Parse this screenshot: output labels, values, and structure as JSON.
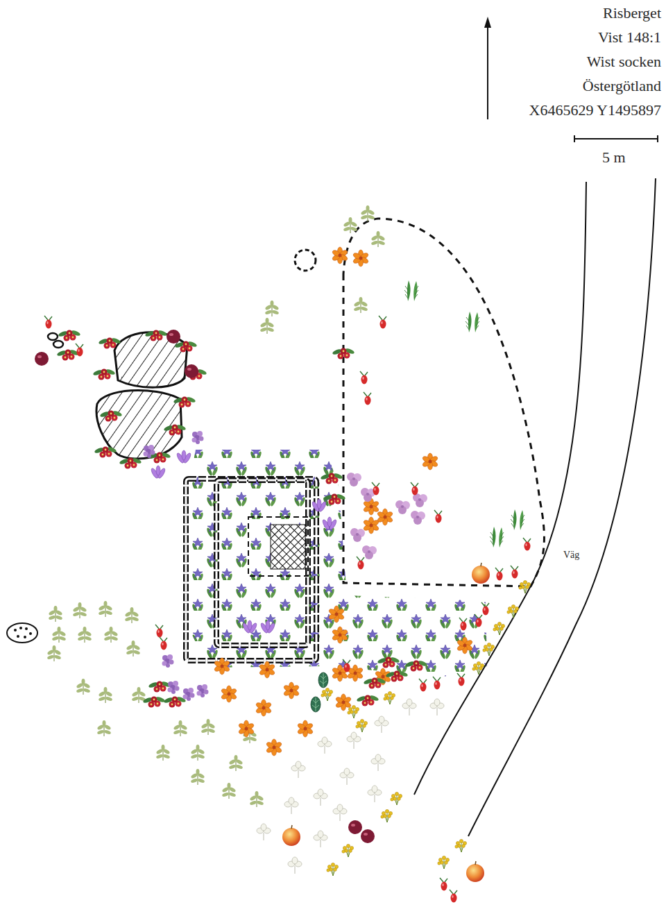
{
  "diagram": {
    "labels": [
      "Risberget",
      "Vist 148:1",
      "Wist socken",
      "Östergötland",
      "X6465629 Y1495897",
      "5 m",
      "Väg"
    ]
  }
}
